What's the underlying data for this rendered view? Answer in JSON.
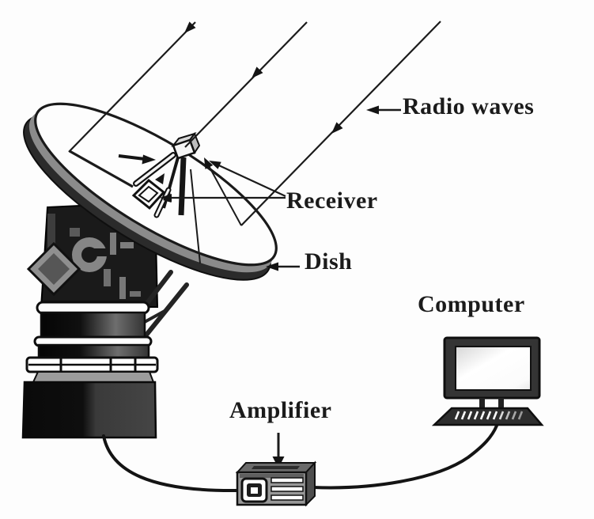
{
  "labels": {
    "radio_waves": "Radio waves",
    "receiver": "Receiver",
    "dish": "Dish",
    "computer": "Computer",
    "amplifier": "Amplifier"
  },
  "colors": {
    "ink": "#1b1b1b",
    "dish_face": "#fdfdfd",
    "dish_inner_shadow": "#8b8b8b",
    "dish_underside": "#2b2b2b",
    "machinery_dark": "#1a1a1a",
    "machinery_gray": "#828282",
    "pedestal_band": "#ffffff",
    "base_dark": "#111111",
    "amplifier_front": "#989898",
    "amplifier_top": "#6a6a6a",
    "monitor_bezel": "#343434",
    "screen": "#ffffff",
    "background": "#fdfdfd"
  }
}
